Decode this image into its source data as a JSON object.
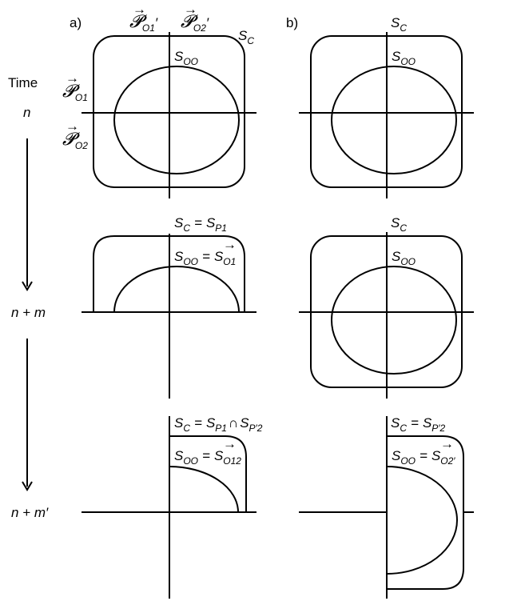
{
  "panels": {
    "a": "a)",
    "b": "b)"
  },
  "time_axis": {
    "title": "Time",
    "t0": "n",
    "t1": "n + m",
    "t2": "n + m′"
  },
  "symbols": {
    "P": "𝓟",
    "S": "S",
    "cap": "∩",
    "arrow": "→",
    "equals": "=",
    "prime": "′"
  },
  "subscripts": {
    "O1": "O1",
    "O2": "O2",
    "C": "C",
    "OO": "OO",
    "P1": "P1",
    "P2p": "P′2",
    "O12": "O12",
    "O2p": "O2′"
  }
}
